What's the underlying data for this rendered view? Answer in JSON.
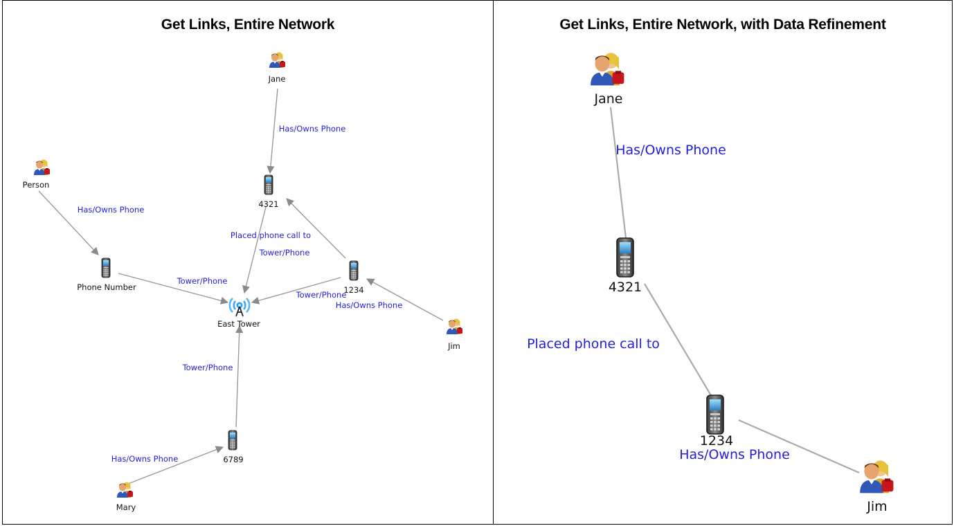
{
  "panels": {
    "left": {
      "title": "Get Links, Entire Network",
      "nodes": {
        "jane": "Jane",
        "person": "Person",
        "phone_4321": "4321",
        "phone_number": "Phone Number",
        "phone_1234": "1234",
        "east_tower": "East Tower",
        "jim": "Jim",
        "phone_6789": "6789",
        "mary": "Mary"
      },
      "edges": {
        "jane_4321": "Has/Owns Phone",
        "person_phonenumber": "Has/Owns Phone",
        "placed_call": "Placed phone call to",
        "tower_4321": "Tower/Phone",
        "tower_phonenumber": "Tower/Phone",
        "tower_1234": "Tower/Phone",
        "jim_1234": "Has/Owns Phone",
        "tower_6789": "Tower/Phone",
        "mary_6789": "Has/Owns Phone"
      }
    },
    "right": {
      "title": "Get Links, Entire Network, with Data Refinement",
      "nodes": {
        "jane": "Jane",
        "phone_4321": "4321",
        "phone_1234": "1234",
        "jim": "Jim"
      },
      "edges": {
        "jane_4321": "Has/Owns Phone",
        "placed_call": "Placed phone call to",
        "jim_1234": "Has/Owns Phone"
      }
    }
  },
  "icons": {
    "person": "person-group-icon",
    "phone": "mobile-phone-icon",
    "tower": "cell-tower-icon"
  },
  "colors": {
    "edge_label": "#1f1fdc",
    "edge_line": "#9a9a9a"
  }
}
